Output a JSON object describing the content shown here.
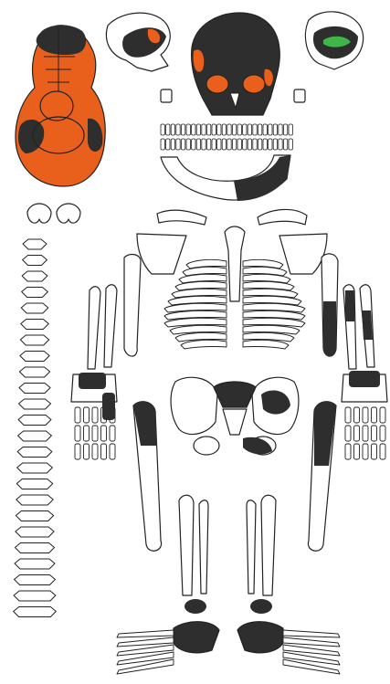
{
  "figure": {
    "type": "skeletal-preservation-diagram",
    "legend_colors": {
      "present": "#2e2e2e",
      "burned_or_stained": "#e8601c",
      "copper_stain": "#3fb54a",
      "outline": "#222222",
      "paper": "#ffffff"
    },
    "elements": {
      "cranium_superior": "present-orange",
      "skull_lateral_left": "partial-dark",
      "skull_lateral_right": "partial-dark-green-stain",
      "skull_anterior": "present-with-orange",
      "mandible": "partial-dark",
      "dentition": "outline",
      "cervical_vertebrae": "outline",
      "vertebral_column": "outline",
      "clavicles": "outline",
      "scapulae": "outline",
      "sternum": "outline",
      "ribs": "outline",
      "humerus_left": "outline",
      "humerus_right": "partial-dark",
      "radius_ulna_left": "outline",
      "radius_ulna_right": "partial-dark",
      "hand_left": "partial-dark",
      "hand_right": "partial-dark",
      "pelvis": "partial-dark",
      "sacrum": "partial-dark",
      "femur_left": "partial-dark",
      "femur_right": "partial-dark",
      "tibia_fibula": "outline",
      "patellae": "dark",
      "feet": "partial-dark"
    }
  }
}
